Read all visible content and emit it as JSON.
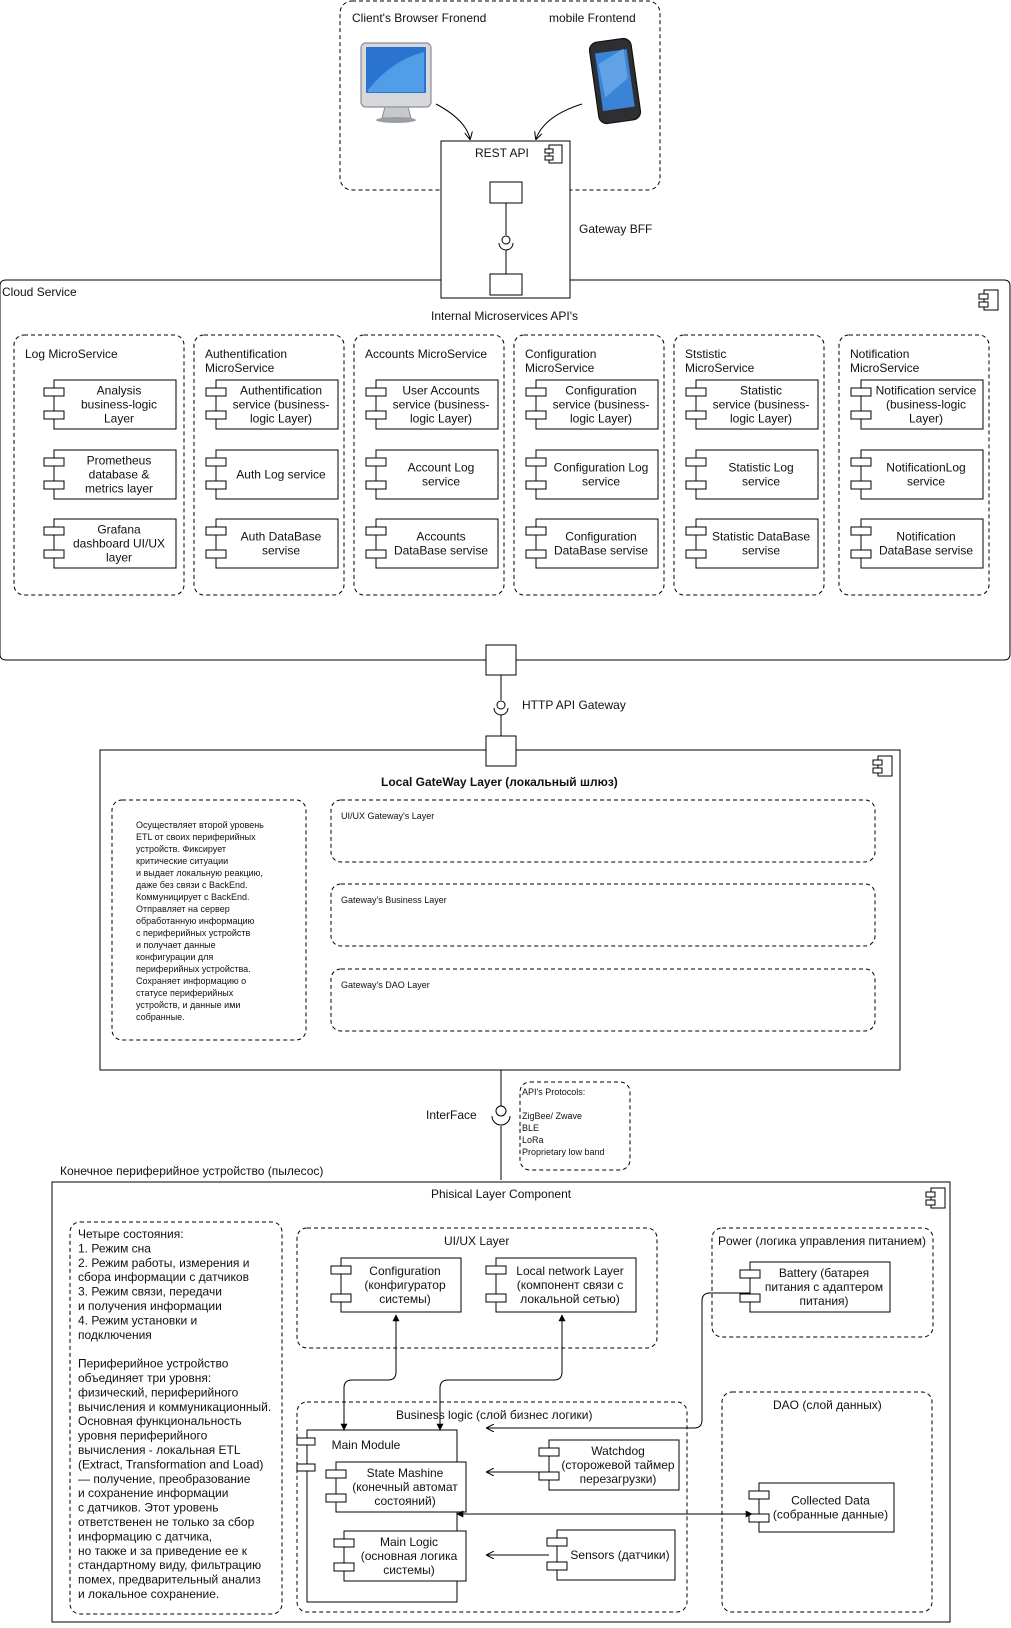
{
  "frontends": {
    "browser_label": "Client's Browser Fronend",
    "mobile_label": "mobile Frontend"
  },
  "gateway_bff": {
    "rest_api": "REST API",
    "label": "Gateway BFF"
  },
  "cloud": {
    "title": "Cloud Service",
    "internal_api": "Internal Microservices API's",
    "microservices": [
      {
        "title": [
          "Log MicroService"
        ],
        "components": [
          [
            "Analysis",
            "business-logic",
            "Layer"
          ],
          [
            "Prometheus",
            "database &",
            "metrics  layer"
          ],
          [
            "Grafana",
            "dashboard UI/UX",
            "layer"
          ]
        ]
      },
      {
        "title": [
          "Authentification",
          "MicroService"
        ],
        "components": [
          [
            "Authentification",
            "service (business-",
            "logic Layer)"
          ],
          [
            "Auth Log service"
          ],
          [
            "Auth DataBase",
            "servise"
          ]
        ]
      },
      {
        "title": [
          "Accounts MicroService"
        ],
        "components": [
          [
            "User Accounts",
            "service (business-",
            "logic Layer)"
          ],
          [
            "Account Log",
            "service"
          ],
          [
            "Accounts",
            "DataBase servise"
          ]
        ]
      },
      {
        "title": [
          "Configuration",
          "MicroService"
        ],
        "components": [
          [
            "Configuration",
            "service (business-",
            "logic Layer)"
          ],
          [
            "Configuration Log",
            "service"
          ],
          [
            "Configuration",
            "DataBase servise"
          ]
        ]
      },
      {
        "title": [
          "Ststistic",
          "MicroService"
        ],
        "components": [
          [
            "Statistic",
            "service (business-",
            "logic Layer)"
          ],
          [
            "Statistic Log",
            "service"
          ],
          [
            "Statistic DataBase",
            "servise"
          ]
        ]
      },
      {
        "title": [
          "Notification",
          "MicroService"
        ],
        "components": [
          [
            "Notification service",
            "(business-logic",
            "Layer)"
          ],
          [
            "NotificationLog",
            "service"
          ],
          [
            "Notification",
            "DataBase servise"
          ]
        ]
      }
    ]
  },
  "http_gateway": "HTTP API Gateway",
  "local_gateway": {
    "title": "Local GateWay Layer (локальный шлюз)",
    "description": [
      "Осуществляет второй уровень",
      "ETL от своих периферийных",
      "устройств. Фиксирует",
      "критические ситуации",
      " и выдает локальную реакцию,",
      "даже без связи с BackEnd.",
      "Коммуницирует с BackEnd.",
      "Отправляет на сервер",
      "обработанную информацию",
      "с периферийных устройств",
      "и получает данные",
      "конфигурации для",
      "периферийных устройства.",
      "Сохраняет информацию о",
      "статусе периферийных",
      "устройств, и данные ими",
      "собранные."
    ],
    "layers": [
      "UI/UX Gateway's Layer",
      "Gateway's Business Layer",
      "Gateway's DAO Layer"
    ]
  },
  "interface": {
    "label": "InterFace",
    "protocols": [
      "API's Protocols:",
      "",
      "ZigBee/ Zwave",
      "BLE",
      "LoRa",
      "Proprietary low band"
    ]
  },
  "device": {
    "caption": "Конечное периферийное устройство (пылесос)",
    "title": "Phisical Layer Component",
    "description": [
      "Четыре состояния:",
      "1. Режим сна",
      "2. Режим  работы, измерения и",
      "сбора информации с датчиков",
      "3. Режим связи, передачи",
      "и получения информации",
      "4. Режим установки и",
      "подключения",
      "",
      "Периферийное устройство",
      "объединяет три уровня:",
      "физический, периферийного",
      "вычисления и коммуникационный.",
      "Основная функциональность",
      "уровня периферийного",
      "вычисления - локальная ETL",
      "(Extract, Transformation and Load)",
      "— получение, преобразование",
      "и сохранение информации",
      "с датчиков. Этот уровень",
      "ответственен не только за сбор",
      "информацию с датчика,",
      "но также и за приведение ее к",
      "стандартному виду, фильтрацию",
      "помех, предварительный анализ",
      "и локальное сохранение."
    ],
    "uiux_layer": "UI/UX Layer",
    "configuration": [
      "Configuration",
      "(конфигуратор",
      "системы)"
    ],
    "local_network": [
      "Local network Layer",
      "(компонент связи с",
      "локальной сетью)"
    ],
    "power_title": "Power (логика управления питанием)",
    "battery": [
      "Battery (батарея",
      "питания с адаптером",
      "питания)"
    ],
    "business_title": "Business logic (слой бизнес логики)",
    "main_module": "Main Module",
    "state_machine": [
      "State Mashine",
      "(конечный автомат",
      "состояний)"
    ],
    "main_logic": [
      "Main Logic",
      "(основная логика",
      "системы)"
    ],
    "watchdog": [
      "Watchdog",
      "(сторожевой таймер",
      "перезагрузки)"
    ],
    "sensors": [
      "Sensors (датчики)"
    ],
    "dao_title": "DAO (слой данных)",
    "collected_data": [
      "Collected Data",
      "(собранные данные)"
    ]
  }
}
